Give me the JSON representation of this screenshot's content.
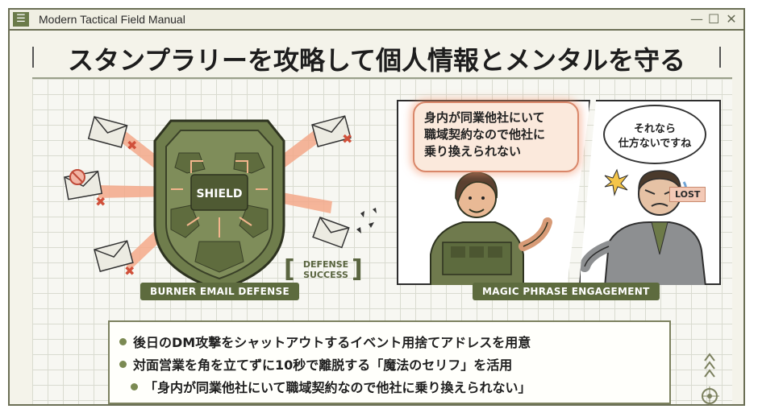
{
  "window": {
    "title": "Modern Tactical Field Manual",
    "menu_icon": "hamburger-icon",
    "controls": [
      "minimize-icon",
      "maximize-icon",
      "close-icon"
    ],
    "controls_text": [
      "—",
      "☐",
      "✕"
    ]
  },
  "headline": "スタンプラリーを攻略して個人情報とメンタルを守る",
  "left_panel": {
    "shield_label": "SHIELD",
    "defense_success": [
      "DEFENSE",
      "SUCCESS"
    ],
    "section_label": "BURNER EMAIL DEFENSE"
  },
  "right_panel": {
    "speech_main": [
      "身内が同業他社にいて",
      "職域契約なので他社に",
      "乗り換えられない"
    ],
    "speech_reply": [
      "それなら",
      "仕方ないですね"
    ],
    "lost_tag": "LOST",
    "section_label": "MAGIC PHRASE ENGAGEMENT"
  },
  "bullets": [
    "後日のDM攻撃をシャットアウトするイベント用捨てアドレスを用意",
    "対面営業を角を立てずに10秒で離脱する「魔法のセリフ」を活用",
    "「身内が同業他社にいて職域契約なので他社に乗り換えられない」"
  ],
  "colors": {
    "olive": "#5d6b3e",
    "frame": "#6b6f55",
    "accent_red": "#d0503a",
    "glow": "#f29a78"
  }
}
